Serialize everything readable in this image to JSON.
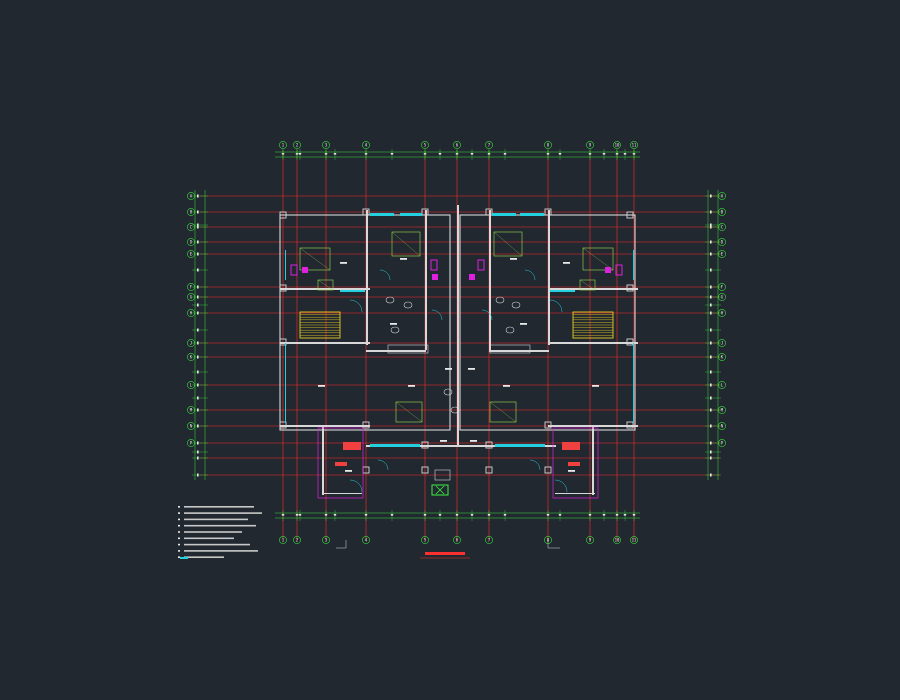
{
  "drawing": {
    "background": "#212830",
    "title": "",
    "colors": {
      "axis": "#ff2a2a",
      "dim": "#38e038",
      "wall": "#d8d8d8",
      "window": "#22d0e0",
      "stair": "#ffe020",
      "fixture": "#9adf4a",
      "magenta": "#e020e0",
      "text": "#e8e8e8"
    },
    "top_bubbles": [
      "1",
      "2",
      "3",
      "4",
      "5",
      "6",
      "7",
      "8",
      "9",
      "10",
      "11"
    ],
    "bottom_bubbles": [
      "1",
      "2",
      "3",
      "4",
      "5",
      "6",
      "7",
      "8",
      "9",
      "10",
      "11"
    ],
    "left_bubbles": [
      "A",
      "B",
      "C",
      "D",
      "E",
      "F",
      "G",
      "H",
      "J",
      "K",
      "L",
      "M",
      "N",
      "P"
    ],
    "right_bubbles": [
      "A",
      "B",
      "C",
      "D",
      "E",
      "F",
      "G",
      "H",
      "J",
      "K",
      "L",
      "M",
      "N",
      "P"
    ],
    "notes_count": 9
  }
}
